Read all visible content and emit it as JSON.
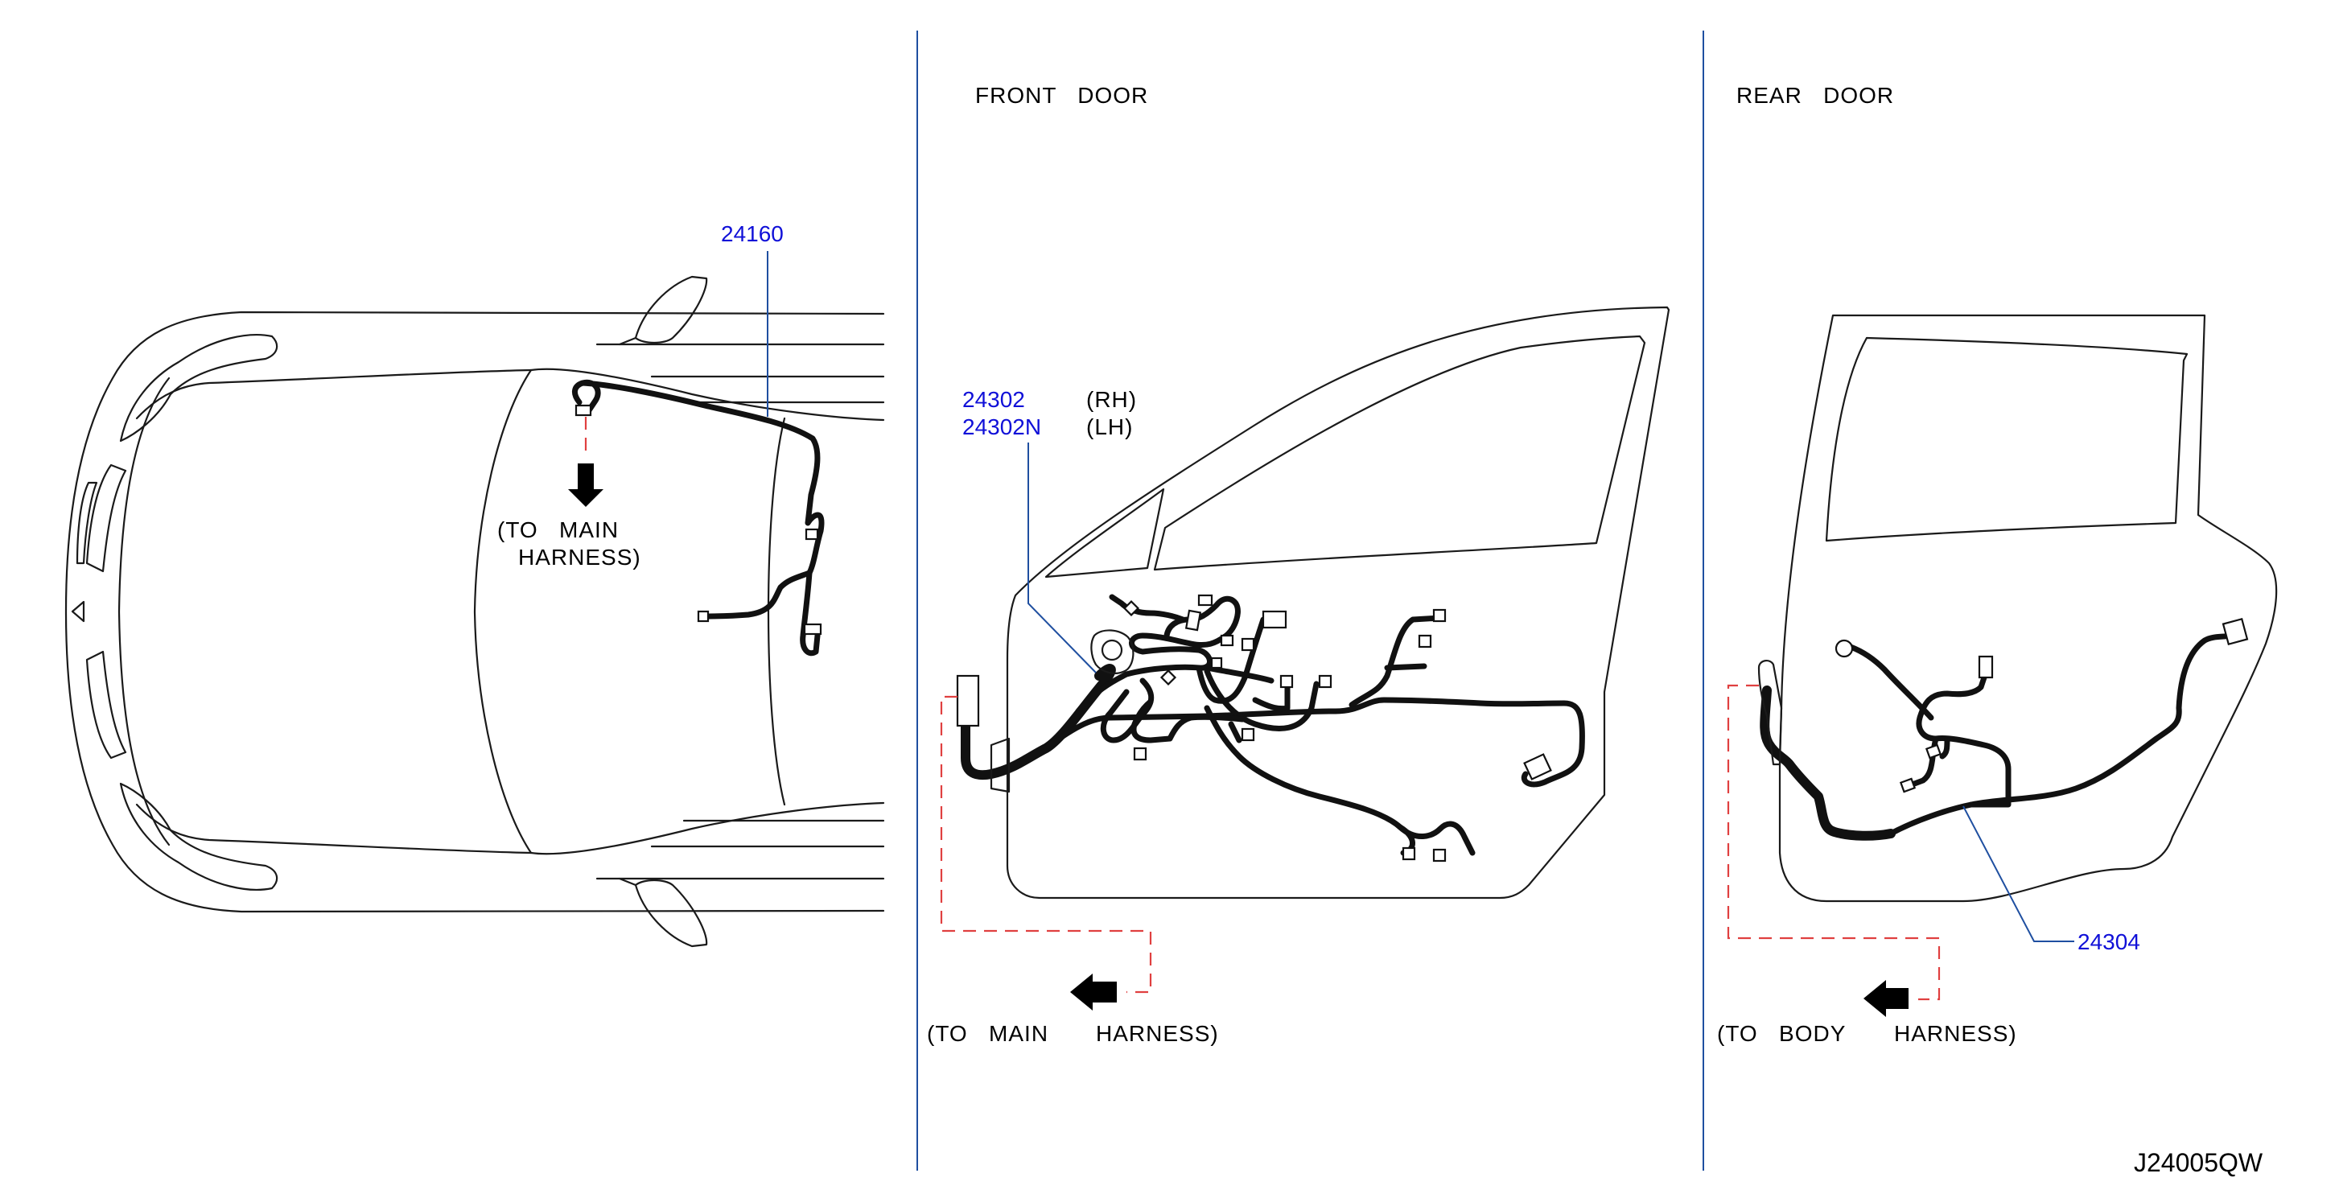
{
  "sections": {
    "front_door_title": "FRONT   DOOR",
    "rear_door_title": "REAR   DOOR"
  },
  "callouts": {
    "roof_part": "24160",
    "front_door_rh_part": "24302",
    "front_door_rh_side": "(RH)",
    "front_door_lh_part": "24302N",
    "front_door_lh_side": "(LH)",
    "rear_door_part": "24304"
  },
  "notes": {
    "roof_to_main_line1": "(TO   MAIN",
    "roof_to_main_line2": "HARNESS)",
    "front_to_main_a": "(TO   MAIN",
    "front_to_main_b": "HARNESS)",
    "rear_to_body_a": "(TO   BODY",
    "rear_to_body_b": "HARNESS)"
  },
  "diagram_code": "J24005QW",
  "colors": {
    "part_number": "#1010d8",
    "leader_line": "#1f4fa0",
    "connection_dash": "#e04040"
  }
}
